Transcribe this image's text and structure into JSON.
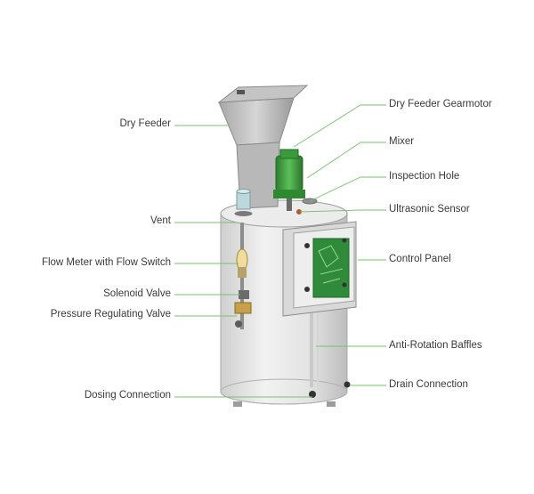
{
  "labels": {
    "dry_feeder": "Dry Feeder",
    "vent": "Vent",
    "flow_meter": "Flow Meter with Flow Switch",
    "solenoid_valve": "Solenoid Valve",
    "pressure_regulating_valve": "Pressure Regulating Valve",
    "dosing_connection": "Dosing Connection",
    "dry_feeder_gearmotor": "Dry Feeder Gearmotor",
    "mixer": "Mixer",
    "inspection_hole": "Inspection Hole",
    "ultrasonic_sensor": "Ultrasonic Sensor",
    "control_panel": "Control Panel",
    "anti_rotation_baffles": "Anti-Rotation Baffles",
    "drain_connection": "Drain Connection"
  },
  "colors": {
    "leader_line": "#7bbf72",
    "label_text": "#3a3a3a",
    "tank_body": "#e4e4e4",
    "motor_green": "#3a9a3c",
    "panel_board": "#2f8a3a"
  }
}
